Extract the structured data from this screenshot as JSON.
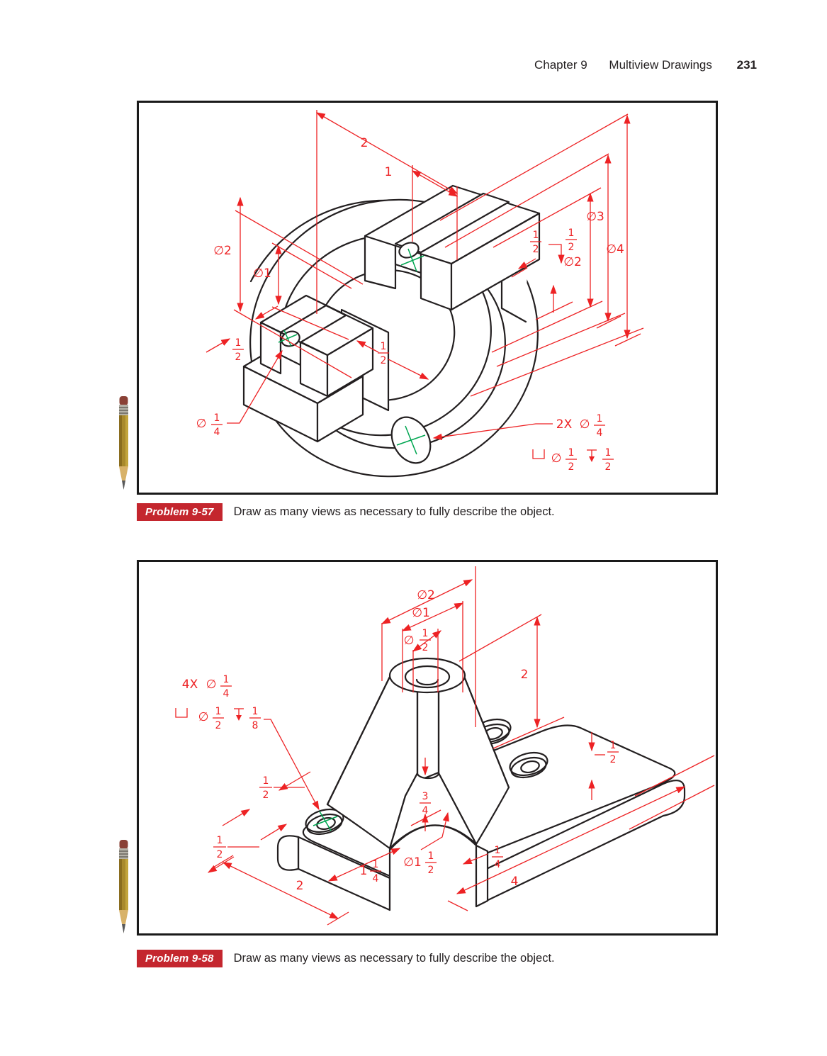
{
  "header": {
    "chapter": "Chapter 9",
    "section": "Multiview Drawings",
    "page_number": "231"
  },
  "problems": [
    {
      "label": "Problem 9-57",
      "caption": "Draw as many views as necessary to fully describe the object."
    },
    {
      "label": "Problem 9-58",
      "caption": "Draw as many views as necessary to fully describe the object."
    }
  ],
  "colors": {
    "dimension_red": "#ed2224",
    "centerline_green": "#00a651",
    "line_black": "#231f20",
    "caption_red": "#c4262e"
  },
  "fig57": {
    "dims": {
      "width_outer": "2",
      "width_inner": "1",
      "dia2_left": "∅2",
      "dia1_left": "∅1",
      "dia3": "∅3",
      "dia4": "∅4",
      "dia2_right": "∅2",
      "notch_w_num": "1",
      "notch_w_den": "2",
      "notch_d_num": "1",
      "notch_d_den": "2",
      "slot_left_num": "1",
      "slot_left_den": "2",
      "slot_mid_num": "1",
      "slot_mid_den": "2",
      "small_dia_prefix": "∅",
      "small_dia_num": "1",
      "small_dia_den": "4",
      "note_qty": "2X",
      "note_dia_prefix": "∅",
      "note_dia_num": "1",
      "note_dia_den": "4",
      "cbore_dia_prefix": "∅",
      "cbore_num": "1",
      "cbore_den": "2",
      "cdepth_num": "1",
      "cdepth_den": "2"
    }
  },
  "fig58": {
    "dims": {
      "dia2": "∅2",
      "dia1": "∅1",
      "dia_half_prefix": "∅",
      "dia_half_num": "1",
      "dia_half_den": "2",
      "height": "2",
      "note_qty": "4X",
      "note_dia_prefix": "∅",
      "note_dia_num": "1",
      "note_dia_den": "4",
      "cbore_dia_prefix": "∅",
      "cbore_num": "1",
      "cbore_den": "2",
      "cdepth_num": "1",
      "cdepth_den": "8",
      "edge_a_num": "1",
      "edge_a_den": "2",
      "edge_b_num": "1",
      "edge_b_den": "2",
      "base_width": "2",
      "notch_offset_whole": "1",
      "notch_offset_num": "1",
      "notch_offset_den": "4",
      "bore_dia_prefix": "∅1",
      "bore_dia_num": "1",
      "bore_dia_den": "2",
      "depth34_num": "3",
      "depth34_den": "4",
      "wall_num": "1",
      "wall_den": "4",
      "base_length": "4",
      "thick_num": "1",
      "thick_den": "2"
    }
  }
}
